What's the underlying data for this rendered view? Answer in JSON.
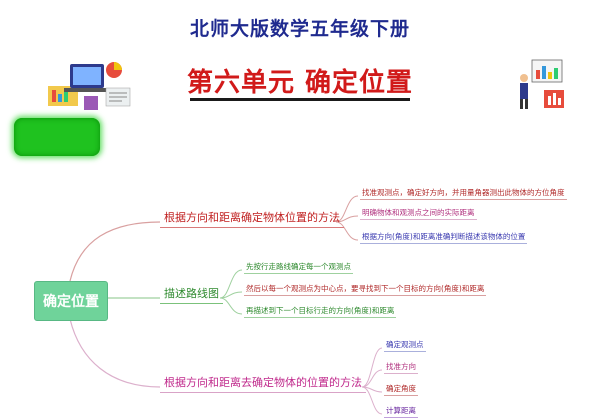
{
  "header": {
    "title": "北师大版数学五年级下册",
    "unit_title": "第六单元  确定位置"
  },
  "colors": {
    "header_title": "#1f2a8f",
    "unit_title": "#d11a1a",
    "badge": "#1fc21f",
    "root": "#6fd39a",
    "branch_1": "#c02020",
    "branch_2": "#2e8a2e",
    "branch_3": "#c02a8c"
  },
  "illustrations": {
    "left": "desk-laptop-charts-illustration",
    "right": "person-charts-illustration"
  },
  "mindmap": {
    "root": "确定位置",
    "branches": [
      {
        "label": "根据方向和距离确定物体位置的方法",
        "leaves": [
          "找准观测点，确定好方向，并用量角器测出此物体的方位角度",
          "明确物体和观测点之间的实际距离",
          "根据方向(角度)和距离准确判断描述该物体的位置"
        ]
      },
      {
        "label": "描述路线图",
        "leaves": [
          "先按行走路线确定每一个观测点",
          "然后以每一个观测点为中心点，要寻找到下一个目标的方向(角度)和距离",
          "再描述到下一个目标行走的方向(角度)和距离"
        ]
      },
      {
        "label": "根据方向和距离去确定物体的位置的方法",
        "leaves": [
          "确定观测点",
          "找准方向",
          "确定角度",
          "计算距离"
        ]
      }
    ]
  }
}
